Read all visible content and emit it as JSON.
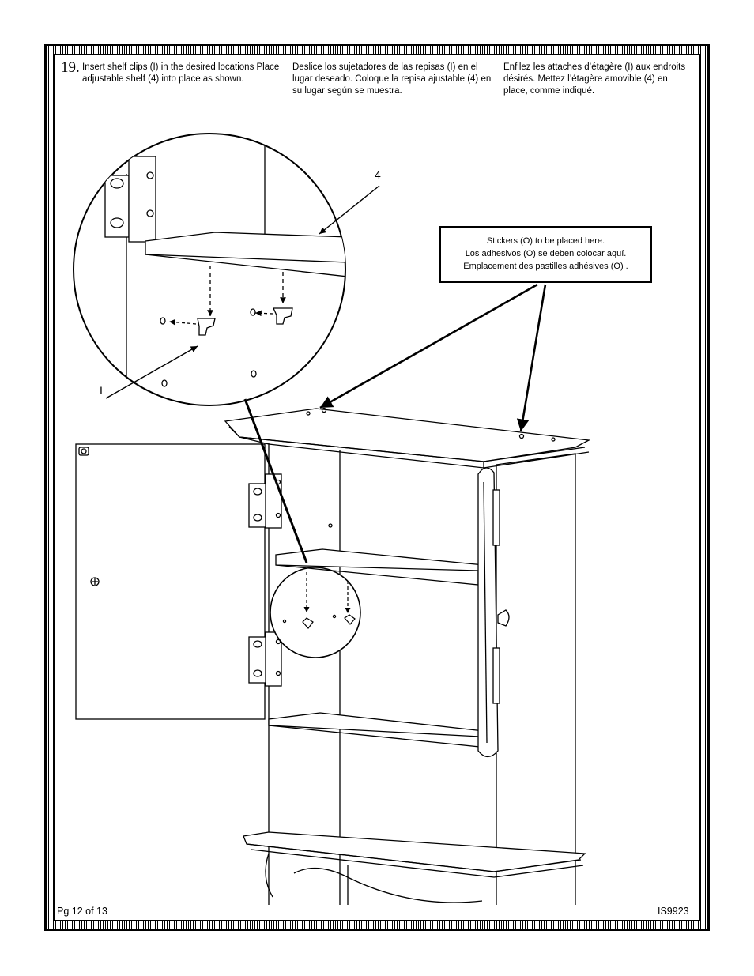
{
  "step": {
    "number": "19.",
    "instructions": {
      "en": "Insert shelf clips (I) in the desired locations Place adjustable shelf (4) into place as shown.",
      "es": "Deslice los sujetadores de las repisas (I) en el lugar deseado. Coloque la repisa ajustable (4) en su lugar según se muestra.",
      "fr": "Enfilez les attaches d’étagère (I) aux endroits désirés. Mettez l’étagère amovible (4) en place, comme indiqué."
    }
  },
  "callout": {
    "line_en": "Stickers (O) to be placed here.",
    "line_es": "Los adhesivos (O) se deben colocar aquí.",
    "line_fr": "Emplacement des pastilles adhésives (O) ."
  },
  "labels": {
    "shelf": "4",
    "clip": "I"
  },
  "footer": {
    "page": "Pg 12 of 13",
    "doc_id": "IS9923"
  }
}
